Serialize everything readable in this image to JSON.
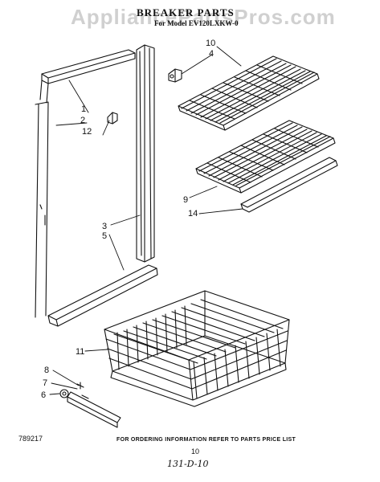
{
  "diagram": {
    "watermark": "AppliancePartsPros.com",
    "title": "BREAKER PARTS",
    "subtitle": "For Model EV120LXKW-0",
    "callouts": {
      "c1": "1",
      "c2": "2",
      "c12": "12",
      "c10": "10",
      "c4": "4",
      "c3": "3",
      "c5": "5",
      "c9": "9",
      "c14": "14",
      "c11": "11",
      "c8": "8",
      "c7": "7",
      "c6": "6"
    },
    "footer": {
      "part_number": "789217",
      "note": "FOR ORDERING INFORMATION REFER TO PARTS PRICE LIST",
      "page": "10",
      "handwritten": "131-D-10"
    }
  }
}
